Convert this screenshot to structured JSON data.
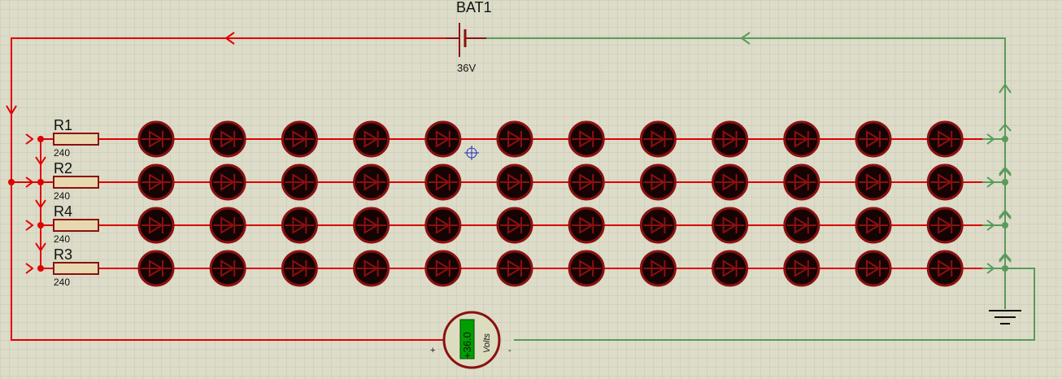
{
  "battery": {
    "name": "BAT1",
    "voltage": "36V"
  },
  "resistors": [
    {
      "name": "R1",
      "value": "240"
    },
    {
      "name": "R2",
      "value": "240"
    },
    {
      "name": "R4",
      "value": "240"
    },
    {
      "name": "R3",
      "value": "240"
    }
  ],
  "led_rows": 4,
  "leds_per_row": 12,
  "voltmeter": {
    "reading": "+36.0",
    "unit": "Volts",
    "plus": "+",
    "minus": "-"
  },
  "colors": {
    "positive_wire": "#e00000",
    "negative_wire": "#5a9a5a",
    "led_body": "#8b1010",
    "led_fill": "#160404",
    "grid_line": "#c6c6b2",
    "resistor_fill": "#e8d8b0",
    "meter_display": "#00a000"
  }
}
